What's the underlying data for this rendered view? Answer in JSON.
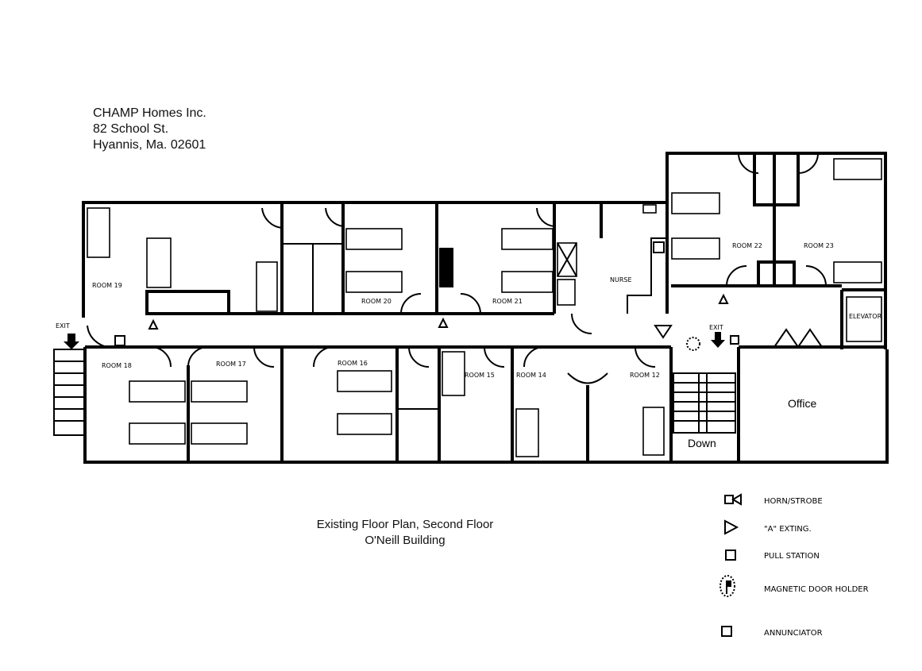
{
  "header": {
    "company": "CHAMP Homes Inc.",
    "street": "82 School St.",
    "city": "Hyannis, Ma. 02601"
  },
  "caption": {
    "line1": "Existing Floor Plan, Second Floor",
    "line2": "O'Neill Building"
  },
  "rooms": {
    "room19": "ROOM 19",
    "room20": "ROOM 20",
    "room21": "ROOM 21",
    "nurse": "NURSE",
    "room22": "ROOM 22",
    "room23": "ROOM 23",
    "elevator": "ELEVATOR",
    "room18": "ROOM 18",
    "room17": "ROOM 17",
    "room16": "ROOM 16",
    "room15": "ROOM 15",
    "room14": "ROOM 14",
    "room12": "ROOM 12",
    "office": "Office",
    "down": "Down",
    "exit_left": "EXIT",
    "exit_right": "EXIT"
  },
  "legend": [
    {
      "icon": "horn-strobe-icon",
      "label": "HORN/STROBE"
    },
    {
      "icon": "extinguisher-icon",
      "label": "\"A\" EXTING."
    },
    {
      "icon": "pull-station-icon",
      "label": "PULL STATION"
    },
    {
      "icon": "magnetic-door-holder-icon",
      "label": "MAGNETIC DOOR HOLDER"
    },
    {
      "icon": "annunciator-icon",
      "label": "ANNUNCIATOR"
    }
  ]
}
